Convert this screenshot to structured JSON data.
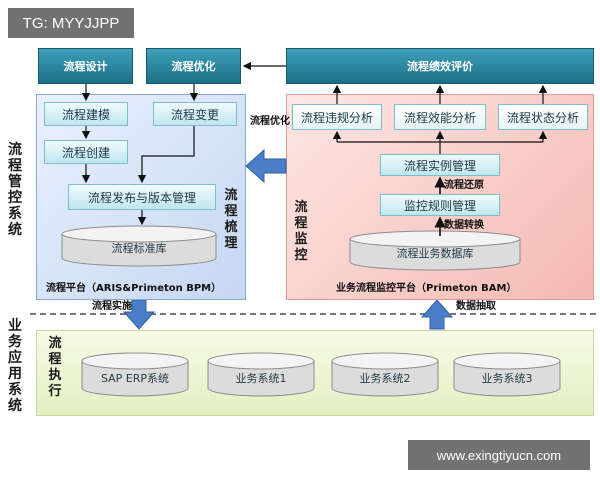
{
  "watermark_top": "TG: MYYJJPP",
  "watermark_bottom": "www.exingtiyucn.com",
  "left_labels": {
    "governance": "流程管控系统",
    "application": "业务应用系统"
  },
  "headers": {
    "design": "流程设计",
    "optimize": "流程优化",
    "evaluation": "流程绩效评价"
  },
  "platform_left": {
    "modeling": "流程建模",
    "change": "流程变更",
    "creation": "流程创建",
    "release": "流程发布与版本管理",
    "library": "流程标准库",
    "side_label": "流程梳理",
    "footer": "流程平台（ARIS&Primeton BPM）"
  },
  "platform_right": {
    "violation": "流程违规分析",
    "efficiency": "流程效能分析",
    "status": "流程状态分析",
    "instance": "流程实例管理",
    "restore_label": "流程还原",
    "rules": "监控规则管理",
    "convert_label": "数据转换",
    "database": "流程业务数据库",
    "side_label": "流程监控",
    "footer": "业务流程监控平台（Primeton BAM）"
  },
  "middle_arrow_label": "流程优化",
  "implement_label": "流程实施",
  "extract_label": "数据抽取",
  "execution": {
    "side_label": "流程执行",
    "systems": [
      "SAP ERP系统",
      "业务系统1",
      "业务系统2",
      "业务系统3"
    ]
  },
  "colors": {
    "header_teal": "#1d6f88",
    "panel_blue": "#c5d7f2",
    "panel_red": "#f4b8b2",
    "panel_green": "#e3efc2",
    "arrow_blue": "#4a7fc8"
  }
}
